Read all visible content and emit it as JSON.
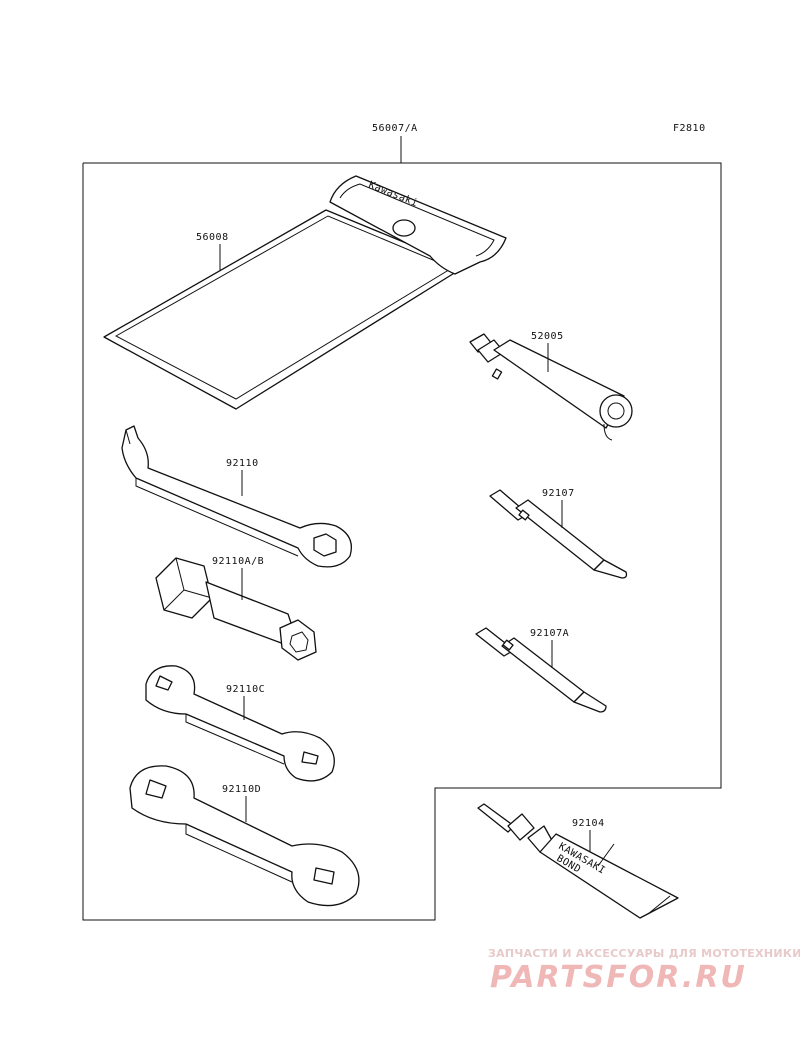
{
  "figure_code": "F2810",
  "callouts": {
    "kit": "56007/A",
    "bag": "56008",
    "spark_plug_wrench": "52005",
    "hook_wrench": "92110",
    "box_wrench": "92110A/B",
    "wrench_c": "92110C",
    "wrench_d": "92110D",
    "screwdriver": "92107",
    "screwdriver_a": "92107A",
    "bond": "92104"
  },
  "printed": {
    "bag_brand": "Kawasaki",
    "tube_brand": "KAWASAKI",
    "tube_product": "BOND"
  },
  "watermark": {
    "tagline": "ЗАПЧАСТИ И АКСЕССУАРЫ ДЛЯ МОТОТЕХНИКИ",
    "logo": "PARTSFOR.RU"
  }
}
